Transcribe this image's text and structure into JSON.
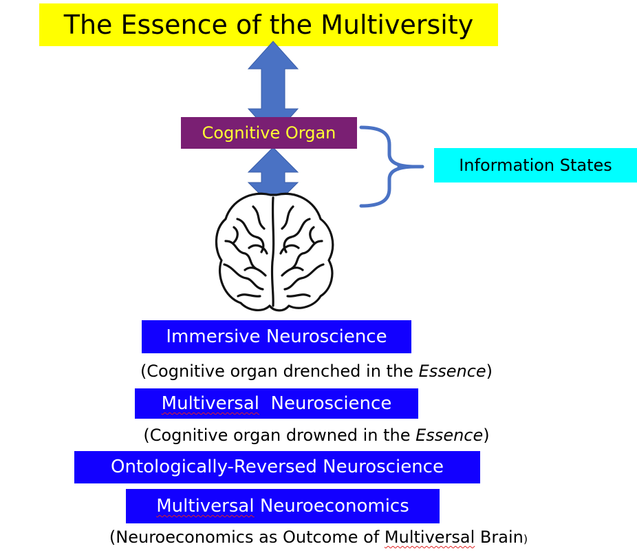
{
  "title": "The Essence of the Multiversity",
  "cognitive_organ": "Cognitive Organ",
  "information_states": "Information States",
  "immersive": "Immersive Neuroscience",
  "immersive_caption": {
    "before": "(Cognitive organ drenched in the ",
    "emph": "Essence",
    "after": ")"
  },
  "multiversal_neuroscience": {
    "part1": "Multiversal",
    "part2": "  Neuroscience"
  },
  "multiversal_caption": {
    "before": "(Cognitive organ drowned in the ",
    "emph": "Essence",
    "after": ")"
  },
  "ontologically": "Ontologically-Reversed Neuroscience",
  "neuroeconomics": {
    "part1": "Multiversal",
    "part2": " Neuroeconomics"
  },
  "neuroeconomics_caption": {
    "before": "(Neuroeconomics as Outcome of ",
    "squiggle": "Multiversal",
    "after": " Brain",
    "close": ")"
  },
  "colors": {
    "title_bg": "#ffff00",
    "organ_bg": "#7a1f73",
    "organ_text": "#ffff33",
    "info_bg": "#00ffff",
    "label_bg": "#1200ff",
    "arrow": "#4a72c4",
    "brace": "#4a72c4"
  },
  "icons": [
    "double-arrow-icon",
    "brace-icon",
    "brain-icon"
  ]
}
